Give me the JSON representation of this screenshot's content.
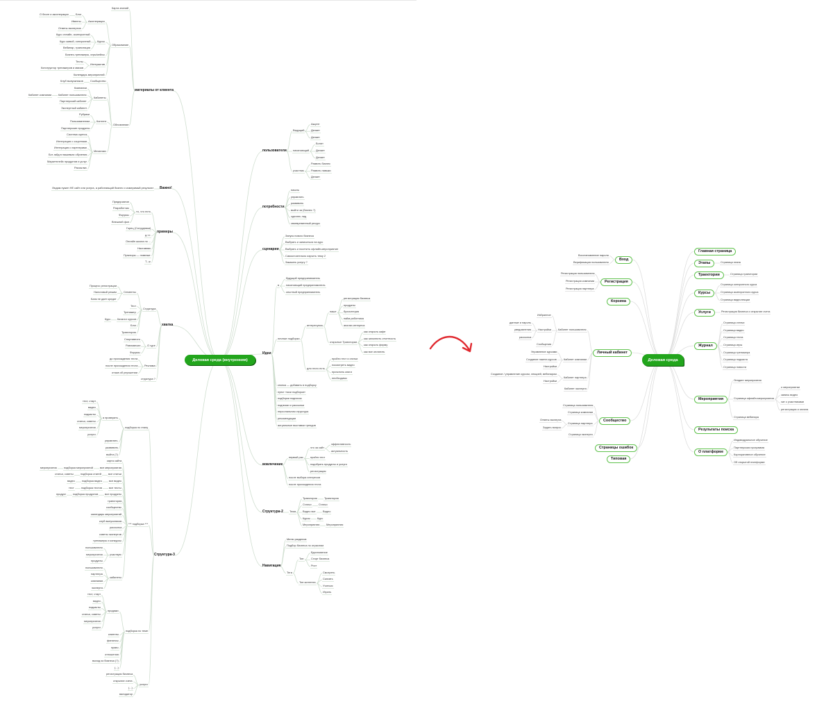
{
  "colors": {
    "center": "#22a51c",
    "node_border": "#5fc24c",
    "arrow": "#e0282e",
    "line": "#d6e3d6"
  },
  "map1": {
    "center": "Деловая среда (внутренняя)",
    "right": [
      {
        "label": "пользователи",
        "children": [
          {
            "label": "Ведущий",
            "children": [
              "Акцент",
              "Делает",
              "Делает"
            ]
          },
          {
            "label": "начинающий",
            "children": [
              "Болит",
              "Делает",
              "Делает"
            ]
          },
          {
            "label": "участник",
            "children": [
              "Развить бизнес",
              "Развить навыки",
              "Делает"
            ]
          }
        ]
      },
      {
        "label": "потребности",
        "children": [
          "начать",
          "управлять",
          "развивать",
          "выйти за (бизнес ?)",
          "сделать лид",
          "своевременный ресурс"
        ]
      },
      {
        "label": "сценарии",
        "children": [
          "Запуск нового бизнеса",
          "Выбрать и записаться на курс",
          "Выбрать и посетить офлайн-мероприятие",
          "Самостоятельно изучить тему 2",
          "Заказать услугу ?"
        ]
      },
      {
        "label": "Идеи",
        "children": [
          {
            "label": "в",
            "children": [
              "будущий предприниматель",
              "начинающий предприниматель",
              "опытный предприниматель"
            ]
          },
          {
            "label": "личные подборки",
            "children": [
              {
                "label": "интересуюсь",
                "children": [
                  {
                    "label": "наше",
                    "children": [
                      "регистрация бизнеса",
                      "продукты",
                      "бухгалтерия",
                      "найм работника",
                      "анализ интереса"
                    ]
                  },
                  {
                    "label": "открытые Траектории",
                    "children": [
                      "как открыть кафе",
                      "как заполнить отчетность",
                      "как открыть фирму",
                      "как все оплатить"
                    ]
                  }
                ]
              },
              {
                "label": "для этого есть",
                "children": [
                  "пройти тест и статьи",
                  "посмотреть видео",
                  "прочитать книги",
                  "необходимо"
                ]
              }
            ]
          },
          "кнопка — добавить в подборку",
          "пункт «мои подборки»",
          "подборки подписок",
          "подписки и рассылки",
          "персональная структура",
          "рекомендации",
          "актуальные выставки трендов"
        ]
      },
      {
        "label": "вовлечение",
        "children": [
          {
            "label": "первый раз",
            "children": [
              {
                "label": "что за сайт",
                "children": [
                  "эффективность",
                  "актуальность"
                ]
              },
              "пройти тест",
              "подобрать продукты и услуги",
              "регистрация"
            ]
          },
          "после выбора интересов",
          "после прохождения теста"
        ]
      },
      {
        "label": "Структура-2",
        "children": [
          {
            "label": "Тема",
            "children": [
              {
                "label": "Траектория",
                "children": [
                  "Траектория"
                ]
              },
              {
                "label": "Статьи",
                "children": [
                  "Статьи"
                ]
              },
              {
                "label": "Видео все",
                "children": [
                  "Видео"
                ]
              },
              {
                "label": "Курсы",
                "children": [
                  "Курс"
                ]
              },
              {
                "label": "Мероприятия",
                "children": [
                  "Мероприятия"
                ]
              }
            ]
          }
        ]
      },
      {
        "label": "Навигация",
        "children": [
          "Меню разделов",
          "Подбор бизнеса по отраслям",
          {
            "label": "Теги",
            "children": [
              {
                "label": "Тип",
                "children": [
                  "Вдохновение",
                  "Старт бизнеса",
                  "Рост"
                ]
              },
              {
                "label": "Тип контента",
                "children": [
                  "Смотреть",
                  "Скачать",
                  "Учиться",
                  "Играть"
                ]
              }
            ]
          }
        ]
      }
    ],
    "left": [
      {
        "label": "материалы от клиента",
        "children": [
          "Карта знаний",
          {
            "label": "Образование",
            "children": [
              {
                "label": "Акселерация",
                "children": [
                  {
                    "label": "Блог",
                    "children": [
                      "О блоге и акселерации"
                    ]
                  },
                  "Ивенты",
                  "Ответы экспертов"
                ]
              },
              {
                "label": "Курсы",
                "children": [
                  "Курс онлайн, асинхронный",
                  "Курс живой, синхронный",
                  "Вебинар, трансляция"
                ]
              },
              "Бизнес-тренажеры, игры/кейсы",
              {
                "label": "Интерактив",
                "children": [
                  "Тесты",
                  "Конструктор тренажеров и квизов"
                ]
              },
              "Календарь мероприятий"
            ]
          },
          {
            "label": "Обновление",
            "children": [
              {
                "label": "Сообщество",
                "children": [
                  "Клуб выпускников"
                ]
              },
              {
                "label": "Кабинеты",
                "children": [
                  "Компании",
                  {
                    "label": "Кабинет пользователя",
                    "children": [
                      "Кабинет компании"
                    ]
                  },
                  "Партнерский кабинет",
                  "Экспертный кабинет"
                ]
              },
              {
                "label": "Контент",
                "children": [
                  "Рубрики",
                  "Пользователям",
                  "Партнерские продукты"
                ]
              },
              {
                "label": "Механики",
                "children": [
                  "Система оценок",
                  "Интеграция с соцсетями",
                  "Интеграция с партнерами",
                  "Бот-гайд в нашивках обучения",
                  "Маркетплейс продуктов и услуг",
                  "Рассылка"
                ]
              }
            ]
          }
        ]
      },
      {
        "label": "Важно!",
        "children": [
          "Людям нужен НЕ сайт или услуга, а работающий бизнес и измеримый результат"
        ]
      },
      {
        "label": "примеры",
        "children": [
          {
            "label": "то, что есть",
            "children": [
              "Предприятие",
              "Разработчик",
              "Форумы",
              "Внешний фон"
            ]
          },
          "Горец (Сотрудники)",
          "д.т.т.",
          "Онлайн школа по ...",
          "Наставник",
          "Пунктиры — главные",
          "Т...ж"
        ]
      },
      {
        "label": "хватка",
        "children": [
          {
            "label": "Структура",
            "children": [
              {
                "label": "Сегменты",
                "children": [
                  "Процесс регистрации",
                  "Налоговый режим",
                  "Банк не дает кредит"
                ]
              },
              "Тест",
              "Тренажер",
              {
                "label": "Каталог курсов",
                "children": [
                  "Курс"
                ]
              },
              "Блог",
              "Траектория"
            ]
          },
          {
            "label": "О гуре",
            "children": [
              "Спортивного",
              "Равновесие",
              "Форумы"
            ]
          },
          {
            "label": "Реклама",
            "children": [
              "до прохождения теста",
              "после прохождения теста",
              "отзыв об улучшении"
            ]
          },
          "структура ?"
        ]
      },
      {
        "label": "Структура-3",
        "children": [
          {
            "label": "подборка по этапу",
            "children": [
              {
                "label": "я проверить",
                "children": [
                  "тест, старт",
                  "видео",
                  "подкасты",
                  "статьи, советы",
                  "мероприятия",
                  "услуги"
                ]
              },
              "управлять",
              "развивать",
              "выйти (?)"
            ]
          },
          {
            "label": "*** подборка ***",
            "children": [
              "карта сайта",
              {
                "label": "все мероприятия",
                "children": [
                  {
                    "label": "подборка мероприятий",
                    "children": [
                      "мероприятия"
                    ]
                  }
                ]
              },
              {
                "label": "все статьи",
                "children": [
                  {
                    "label": "подборка статей",
                    "children": [
                      "статьи, советы"
                    ]
                  }
                ]
              },
              {
                "label": "все видео",
                "children": [
                  {
                    "label": "подборка видео",
                    "children": [
                      "видео"
                    ]
                  }
                ]
              },
              {
                "label": "все тесты",
                "children": [
                  {
                    "label": "подборка тестов",
                    "children": [
                      "тест"
                    ]
                  }
                ]
              },
              {
                "label": "все продукты",
                "children": [
                  {
                    "label": "подборка продуктов",
                    "children": [
                      "продукт"
                    ]
                  }
                ]
              },
              "траектория",
              "сообщество",
              "календарь мероприятий",
              "клуб выпускников",
              "рассылка",
              "советы экспертов",
              "тренажеры и конкурсы",
              {
                "label": "участвую",
                "children": [
                  "пользователи",
                  "мероприятия",
                  "продукты"
                ]
              },
              {
                "label": "кабинеты",
                "children": [
                  "пользователя",
                  "партнера",
                  "компании",
                  "эксперта"
                ]
              }
            ]
          },
          {
            "label": "подборка по теме",
            "children": [
              {
                "label": "продажи",
                "children": [
                  "тест, старт",
                  "видео",
                  "подкасты",
                  "статьи, советы",
                  "мероприятия",
                  "услуги"
                ]
              },
              "клиенты",
              "финансы",
              "право",
              "отношения",
              "выход из бизнеса (?)",
              "(...)"
            ]
          },
          {
            "label": "услуги",
            "children": [
              "регистрация бизнеса",
              "открытие счета",
              "(...)",
              "валидатор"
            ]
          }
        ]
      }
    ]
  },
  "map2": {
    "center": "Деловая среда",
    "right": [
      {
        "label": "Главная страница"
      },
      {
        "label": "Этапы",
        "children": [
          "Страница этапа"
        ]
      },
      {
        "label": "Траектории",
        "children": [
          "Страница траектории"
        ]
      },
      {
        "label": "Курсы",
        "children": [
          "Страница синхронного курса",
          "Страница асинхронного курса",
          "Страница видеолекции"
        ]
      },
      {
        "label": "Услуги",
        "children": [
          "Регистрация бизнеса и открытие счета"
        ]
      },
      {
        "label": "Журнал",
        "children": [
          "Страница статьи",
          "Страница видео",
          "Страница теста",
          "Страница игры",
          "Страница тренажера",
          "Страница подкаста",
          "Страница новости"
        ]
      },
      {
        "label": "Мероприятия",
        "children": [
          "Лендинг мероприятия",
          {
            "label": "Страница офлайн-мероприятия",
            "children": [
              "о мероприятии",
              "запись видео",
              "чат с участниками",
              "регистрация и оплата"
            ]
          },
          "Страница вебинара"
        ]
      },
      {
        "label": "Результаты поиска"
      },
      {
        "label": "О платформе",
        "children": [
          "Индивидуальное обучение",
          "Партнерская программа",
          "Корпоративное обучение",
          "Об открытой платформе"
        ]
      }
    ],
    "left": [
      {
        "label": "Вход",
        "children": [
          "Восстановление пароля",
          "Верификация пользователя"
        ]
      },
      {
        "label": "Регистрация",
        "children": [
          "Регистрация пользователя",
          "Регистрация компании",
          "Регистрация партнера"
        ]
      },
      {
        "label": "Корзина"
      },
      {
        "label": "Личный кабинет",
        "children": [
          {
            "label": "Кабинет пользователя",
            "children": [
              "Избранное",
              {
                "label": "Настройки",
                "children": [
                  "данные и пароль",
                  "уведомления",
                  "рассылка"
                ]
              },
              "Сообщения"
            ]
          },
          {
            "label": "Кабинет компании",
            "children": [
              "Управление курсами",
              "Создание пакета курсов",
              "Настройки"
            ]
          },
          {
            "label": "Кабинет партнера",
            "children": [
              "Создание / управление курсом, лекцией, вебинаром",
              "Настройки"
            ]
          },
          "Кабинет эксперта"
        ]
      },
      {
        "label": "Сообщество",
        "children": [
          "Страница пользователя",
          "Страница компании",
          {
            "label": "Страница партнера",
            "children": [
              "Ответы эксперта",
              "Задать вопрос"
            ]
          },
          "Страница эксперта"
        ]
      },
      {
        "label": "Страницы ошибок"
      },
      {
        "label": "Типовая"
      }
    ]
  }
}
